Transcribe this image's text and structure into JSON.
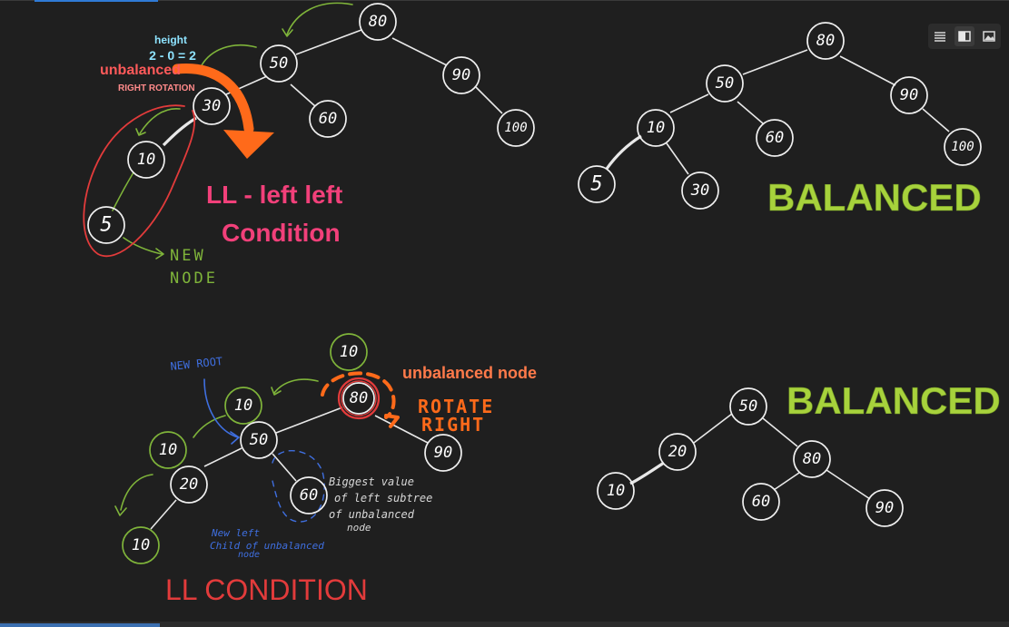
{
  "toolbar": {
    "icons": [
      "list-view-icon",
      "split-view-icon",
      "image-view-icon"
    ],
    "active": "split-view-icon"
  },
  "colors": {
    "background": "#1f1f1f",
    "node_stroke": "#f0f0f0",
    "green": "#7fb43a",
    "orange": "#ff6a1a",
    "red": "#e23b3b",
    "pink": "#f2407a",
    "blue": "#3f6fe0",
    "light_blue": "#8ee3ff"
  },
  "panel_tl": {
    "height_label": "height",
    "height_calc": "2 - 0 = 2",
    "unbalanced_label": "unbalanced",
    "rotation_label": "RIGHT ROTATION",
    "condition_line1": "LL  - left left",
    "condition_line2": "Condition",
    "new_node_line1": "NEW",
    "new_node_line2": "NODE",
    "nodes": {
      "n80": "80",
      "n50": "50",
      "n90": "90",
      "n30": "30",
      "n60": "60",
      "n100": "100",
      "n10": "10",
      "n5": "5"
    }
  },
  "panel_tr": {
    "balanced": "BALANCED",
    "nodes": {
      "n80": "80",
      "n50": "50",
      "n90": "90",
      "n10": "10",
      "n60": "60",
      "n100": "100",
      "n5": "5",
      "n30": "30"
    }
  },
  "panel_bl": {
    "new_root": "NEW ROOT",
    "unbalanced_node": "unbalanced node",
    "rotate_line1": "ROTATE",
    "rotate_line2": "RIGHT",
    "biggest_line1": "Biggest value",
    "biggest_line2": "of left subtree",
    "biggest_line3": "of unbalanced",
    "biggest_line4": "node",
    "new_left_line1": "New left",
    "new_left_line2": "Child of unbalanced",
    "new_left_line3": "node",
    "condition": "LL CONDITION",
    "nodes": {
      "g10a": "10",
      "n80": "80",
      "g10b": "10",
      "n50": "50",
      "n90": "90",
      "g10c": "10",
      "n20": "20",
      "n60": "60",
      "g10d": "10"
    }
  },
  "panel_br": {
    "balanced": "BALANCED",
    "nodes": {
      "n50": "50",
      "n20": "20",
      "n80": "80",
      "n10": "10",
      "n60": "60",
      "n90": "90"
    }
  }
}
